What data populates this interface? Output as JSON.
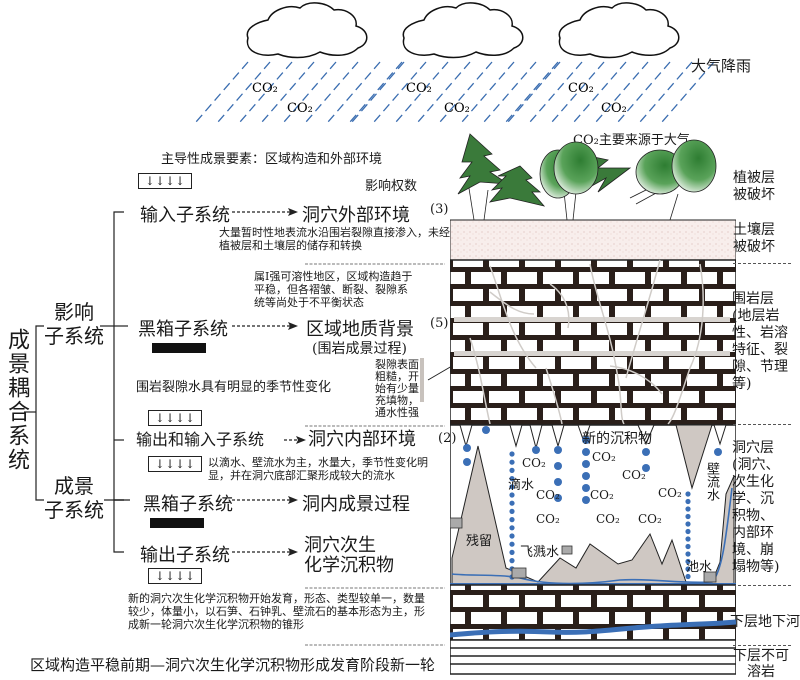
{
  "sky": {
    "rain_label": "大气降雨",
    "co2_label": "CO₂",
    "co2_source": "CO₂主要来源于大气"
  },
  "diagram": {
    "root": "成景耦合系统",
    "influence_subsystem": "影响子系统",
    "scenery_subsystem": "成景子系统",
    "leading_factor": "主导性成景要素：区域构造和外部环境",
    "weight_label": "影响权数",
    "nodes": [
      {
        "name": "输入子系统",
        "target": "洞穴外部环境",
        "weight": "(3)"
      },
      {
        "name": "黑箱子系统",
        "target": "区域地质背景",
        "target_sub": "(围岩成景过程)",
        "weight": "(5)"
      },
      {
        "name": "输出和输入子系统",
        "target": "洞穴内部环境",
        "weight": "(2)"
      },
      {
        "name": "黑箱子系统",
        "target": "洞内成景过程"
      },
      {
        "name": "输出子系统",
        "target": "洞穴次生化学沉积物",
        "target_line1": "洞穴次生",
        "target_line2": "化学沉积物"
      }
    ],
    "notes": {
      "input": "大量暂时性地表流水沿围岩裂隙直接渗入，未经植被层和土壤层的储存和转换",
      "geology": "属I强可溶性地区，区域构造趋于平稳，但各褶皱、断裂、裂隙系统等尚处于不平衡状态",
      "seasonal": "围岩裂隙水具有明显的季节性变化",
      "fissure": "裂隙表面粗糙，开始有少量充填物，通水性强",
      "cave_water": "以滴水、壁流水为主，水量大，季节性变化明显，并在洞穴底部汇聚形成较大的流水",
      "output": "新的洞穴次生化学沉积物开始发育，形态、类型较单一，数量较少，体量小，以石笋、石钟乳、壁流石的基本形态为主，形成新一轮洞穴次生化学沉积物的锥形"
    },
    "arrow_glyph": "↓↓↓↓",
    "caption": "区域构造平稳前期—洞穴次生化学沉积物形成发育阶段新一轮"
  },
  "profile": {
    "cave_labels": {
      "new_deposit": "新的沉积物",
      "drip": "滴水",
      "wall_flow": "壁流水",
      "residual": "残留",
      "splash": "飞溅水",
      "pool": "池水",
      "co2": "CO₂"
    },
    "layers": [
      {
        "id": "vegetation",
        "label": "植被层被破坏",
        "l1": "植被层",
        "l2": "被破坏"
      },
      {
        "id": "soil",
        "label": "土壤层被破坏",
        "l1": "土壤层",
        "l2": "被破坏"
      },
      {
        "id": "host_rock",
        "label": "围岩层(地层岩性、岩溶特征、裂隙、节理等)",
        "lines": [
          "围岩层",
          "(地层岩",
          "性、岩溶",
          "特征、裂",
          "隙、节理",
          "等)"
        ]
      },
      {
        "id": "cave",
        "label": "洞穴层(洞穴、次生化学、沉积物、内部环境、崩塌物等)",
        "lines": [
          "洞穴层",
          "(洞穴、",
          "次生化",
          "学、沉",
          "积物、",
          "内部环",
          "境、崩",
          "塌物等)"
        ]
      },
      {
        "id": "river",
        "label": "下层地下河"
      },
      {
        "id": "insoluble",
        "label": "下层不可溶岩",
        "l1": "下层不可",
        "l2": "溶岩"
      }
    ]
  },
  "colors": {
    "rain": "#3a6db0",
    "tree_dark": "#3a7a3a",
    "tree_light": "#5aa35a",
    "brick": "#2a1f1a",
    "water": "#3b6fb6",
    "rock": "#cfc8c3",
    "soil": "#f6ecea"
  }
}
